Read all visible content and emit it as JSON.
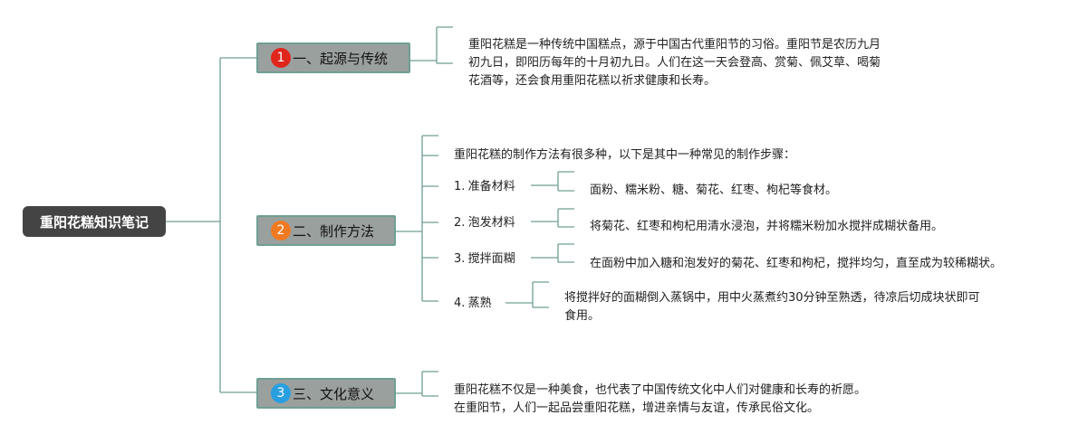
{
  "root": {
    "title": "重阳花糕知识笔记"
  },
  "colors": {
    "line": "#6f9f94",
    "root_bg": "#444444",
    "branch_bg": "#9aa09e",
    "badge1": "#e0261c",
    "badge2": "#f07a22",
    "badge3": "#2a9fe0"
  },
  "branches": [
    {
      "number": "1",
      "label": "一、起源与传统",
      "text": [
        "重阳花糕是一种传统中国糕点，源于中国古代重阳节的习俗。重阳节是农历九月",
        "初九日，即阳历每年的十月初九日。人们在这一天会登高、赏菊、佩艾草、喝菊",
        "花酒等，还会食用重阳花糕以祈求健康和长寿。"
      ]
    },
    {
      "number": "2",
      "label": "二、制作方法",
      "intro": "重阳花糕的制作方法有很多种，以下是其中一种常见的制作步骤：",
      "steps": [
        {
          "num": "1.",
          "name": "准备材料",
          "detail": [
            "面粉、糯米粉、糖、菊花、红枣、枸杞等食材。"
          ]
        },
        {
          "num": "2.",
          "name": "泡发材料",
          "detail": [
            "将菊花、红枣和枸杞用清水浸泡，并将糯米粉加水搅拌成糊状备用。"
          ]
        },
        {
          "num": "3.",
          "name": "搅拌面糊",
          "detail": [
            "在面粉中加入糖和泡发好的菊花、红枣和枸杞，搅拌均匀，直至成为较稀糊状。"
          ]
        },
        {
          "num": "4.",
          "name": "蒸熟",
          "detail": [
            "将搅拌好的面糊倒入蒸锅中，用中火蒸煮约30分钟至熟透，待凉后切成块状即可",
            "食用。"
          ]
        }
      ]
    },
    {
      "number": "3",
      "label": "三、文化意义",
      "text": [
        "重阳花糕不仅是一种美食，也代表了中国传统文化中人们对健康和长寿的祈愿。",
        "在重阳节，人们一起品尝重阳花糕，增进亲情与友谊，传承民俗文化。"
      ]
    }
  ]
}
